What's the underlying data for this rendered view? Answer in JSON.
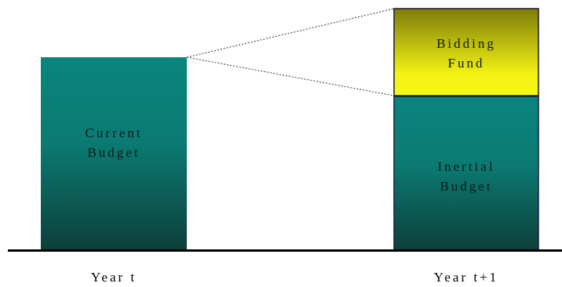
{
  "diagram": {
    "boxes": {
      "current_budget": {
        "label_line1": "Current",
        "label_line2": "Budget"
      },
      "bidding_fund": {
        "label_line1": "Bidding",
        "label_line2": "Fund"
      },
      "inertial_budget": {
        "label_line1": "Inertial",
        "label_line2": "Budget"
      }
    },
    "axis_labels": {
      "year_t": "Year t",
      "year_t_plus_1": "Year t+1"
    },
    "colors": {
      "teal_top": "#0a857d",
      "teal_bottom": "#0d3f3a",
      "yellow_top": "#f7f715",
      "yellow_bottom": "#7e7c08",
      "baseline": "#000000"
    }
  }
}
